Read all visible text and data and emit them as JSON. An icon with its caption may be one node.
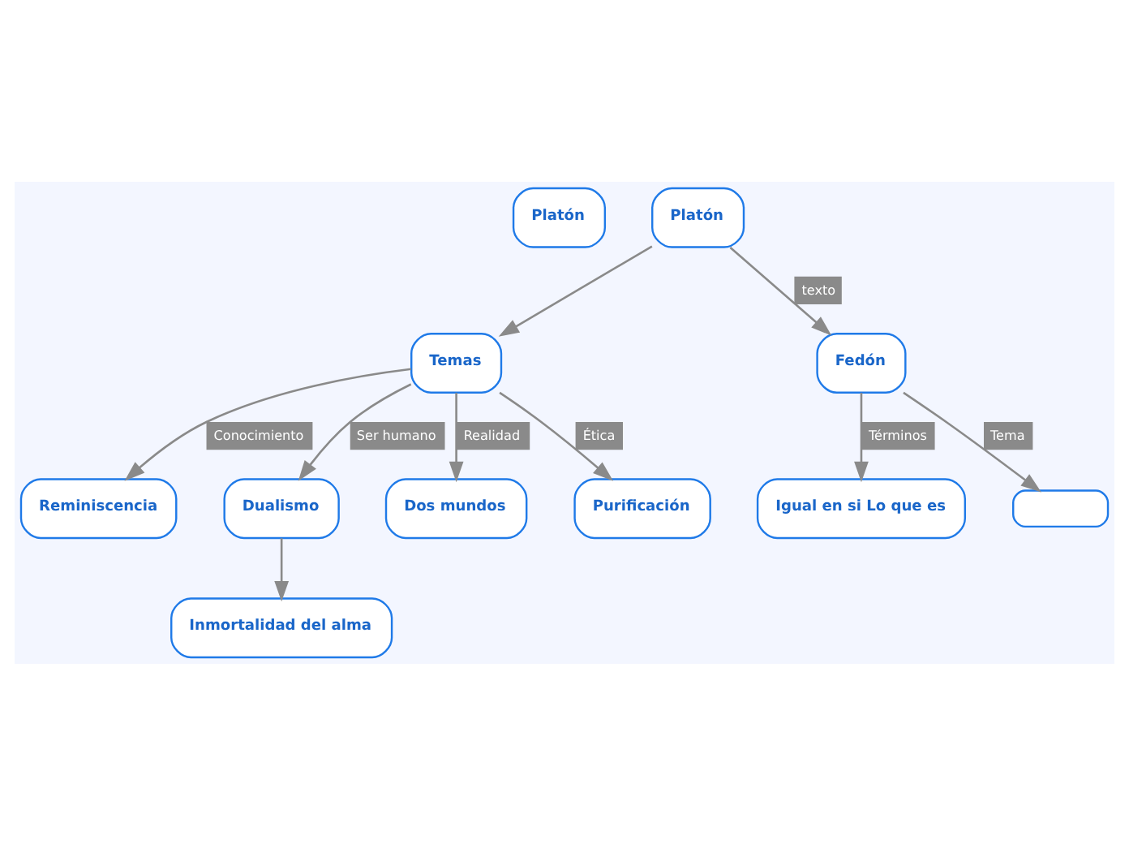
{
  "diagram": {
    "nodes": [
      {
        "text": [
          "Platón"
        ]
      },
      {
        "text": [
          "Platón"
        ]
      },
      {
        "text": [
          "Temas"
        ]
      },
      {
        "text": [
          "Reminiscencia"
        ]
      },
      {
        "text": [
          "Dualismo"
        ]
      },
      {
        "text": [
          "Dos mundos"
        ]
      },
      {
        "text": [
          "Purificación"
        ]
      },
      {
        "text": [
          "Inmortalidad del alma"
        ]
      },
      {
        "text": [
          "Fedón"
        ]
      },
      {
        "text": [
          "Igual en si Lo que es"
        ]
      },
      {
        "text": [],
        "shape": "box"
      }
    ],
    "edges": [
      {
        "from": 1,
        "to": 2,
        "arrow": "to"
      },
      {
        "from": 2,
        "to": 4,
        "arrow": "to",
        "label": "Ser humano"
      },
      {
        "from": 2,
        "to": 3,
        "arrow": "to",
        "label": "Conocimiento"
      },
      {
        "from": 2,
        "to": 5,
        "arrow": "to",
        "label": "Realidad"
      },
      {
        "from": 2,
        "to": 6,
        "arrow": "to",
        "label": "Ética"
      },
      {
        "from": 4,
        "to": 7,
        "arrow": "to"
      },
      {
        "from": 1,
        "to": 8,
        "arrow": "to",
        "label": "texto"
      },
      {
        "from": 8,
        "to": 9,
        "arrow": "to",
        "label": "Términos"
      },
      {
        "from": 8,
        "to": 10,
        "arrow": "to",
        "label": "Tema"
      }
    ]
  }
}
